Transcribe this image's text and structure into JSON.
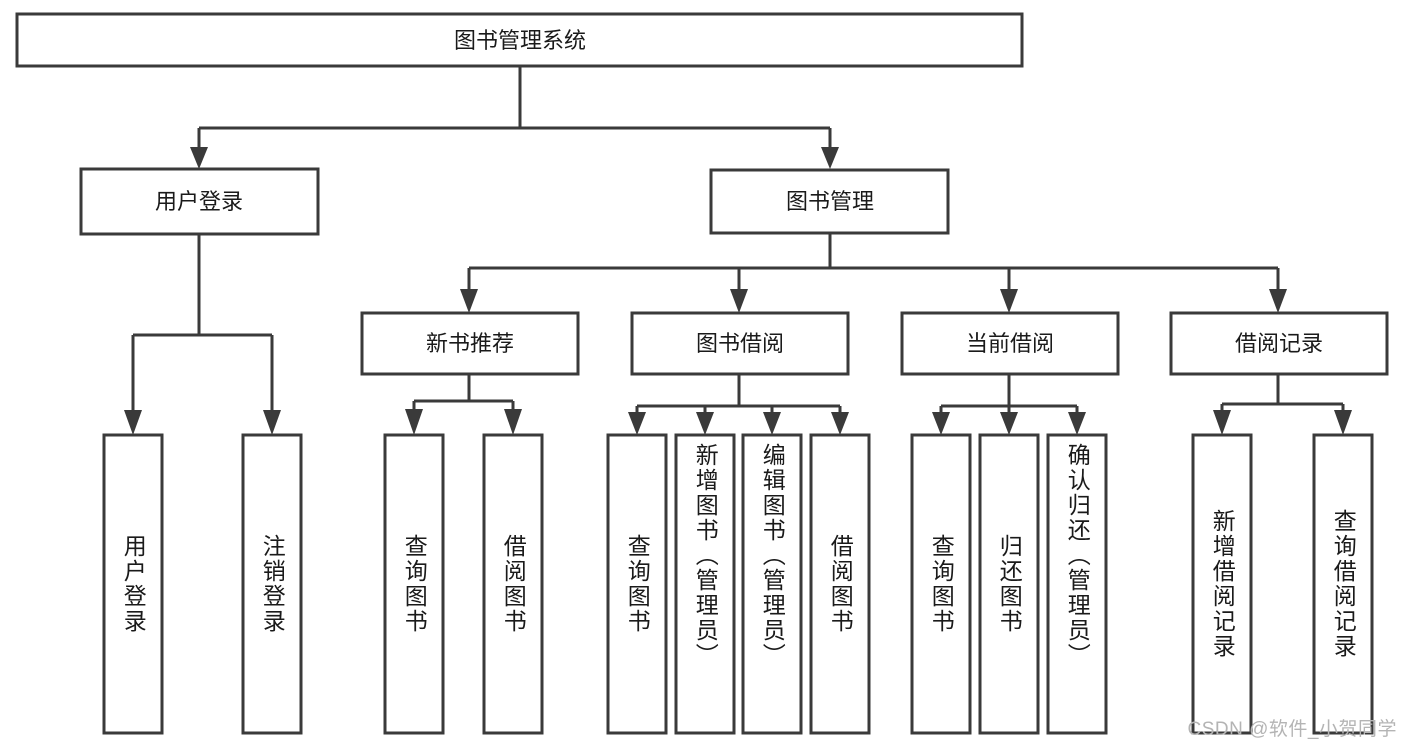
{
  "diagram": {
    "title": "图书管理系统",
    "type": "tree-hierarchy",
    "watermark": "CSDN @软件_小贺同学",
    "colors": {
      "stroke": "#3a3a3a",
      "box_fill": "#ffffff",
      "text": "#1a1a1a",
      "background": "#ffffff",
      "watermark": "#b4b4b4"
    },
    "root": {
      "label": "图书管理系统"
    },
    "level2": [
      {
        "label": "用户登录"
      },
      {
        "label": "图书管理"
      }
    ],
    "level3": [
      {
        "label": "新书推荐"
      },
      {
        "label": "图书借阅"
      },
      {
        "label": "当前借阅"
      },
      {
        "label": "借阅记录"
      }
    ],
    "leaves": {
      "user_login": [
        {
          "label": "用户登录"
        },
        {
          "label": "注销登录"
        }
      ],
      "new_book": [
        {
          "label": "查询图书"
        },
        {
          "label": "借阅图书"
        }
      ],
      "book_borrow": [
        {
          "label": "查询图书"
        },
        {
          "label": "新增图书（管理员）"
        },
        {
          "label": "编辑图书（管理员）"
        },
        {
          "label": "借阅图书"
        }
      ],
      "current_borrow": [
        {
          "label": "查询图书"
        },
        {
          "label": "归还图书"
        },
        {
          "label": "确认归还（管理员）"
        }
      ],
      "borrow_record": [
        {
          "label": "新增借阅记录"
        },
        {
          "label": "查询借阅记录"
        }
      ]
    }
  }
}
